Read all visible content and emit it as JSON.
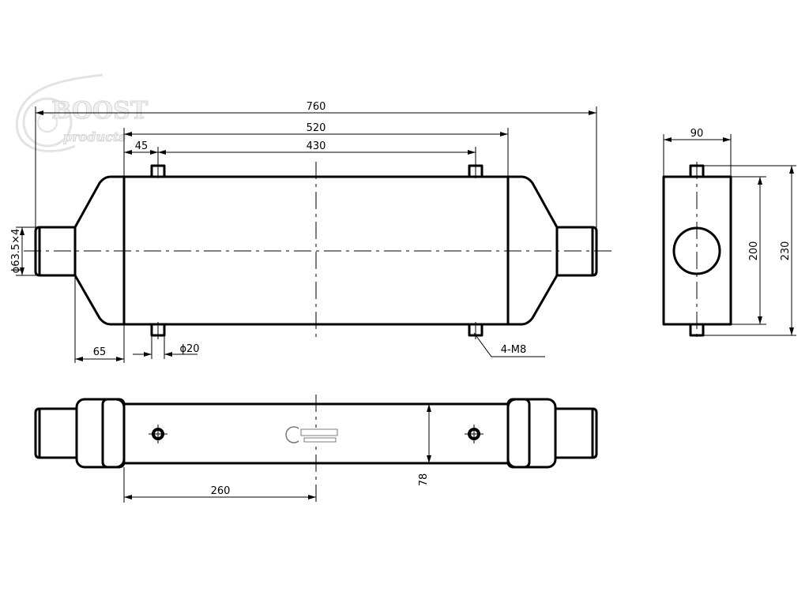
{
  "logo": {
    "brand": "BOOST",
    "sub": "products"
  },
  "dimensions": {
    "overall_length": "760",
    "core_length": "520",
    "stud_offset": "45",
    "stud_spacing": "430",
    "taper_length": "65",
    "stud_diameter": "ϕ20",
    "pipe_diameter": "ϕ63.5×4",
    "thread_callout": "4-M8",
    "width": "90",
    "core_height": "200",
    "overall_height": "230",
    "core_thickness": "78",
    "half_length": "260"
  }
}
